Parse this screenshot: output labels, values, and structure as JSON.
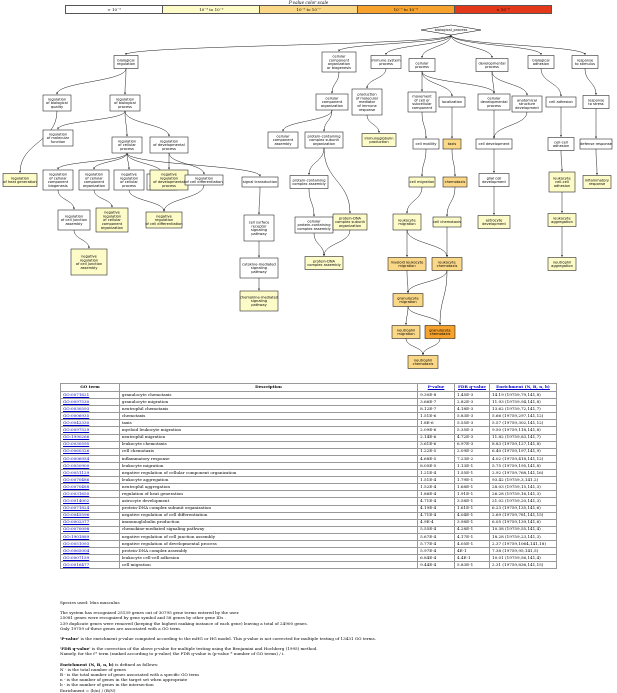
{
  "scale": {
    "title": "P-value color scale",
    "bins": [
      {
        "label": "> 10⁻³",
        "color": "#ffffff"
      },
      {
        "label": "10⁻³ to 10⁻⁵",
        "color": "#fdfbc8"
      },
      {
        "label": "10⁻⁵ to 10⁻⁷",
        "color": "#fbd887"
      },
      {
        "label": "10⁻⁷ to 10⁻⁹",
        "color": "#f6a22d"
      },
      {
        "label": "< 10⁻⁹",
        "color": "#e3391a"
      }
    ]
  },
  "graph": {
    "nodes": [
      {
        "id": "bp",
        "lines": [
          "biological_process"
        ],
        "fill": "#ffffff",
        "shape": "diamond"
      },
      {
        "id": "breg",
        "lines": [
          "biological",
          "regulation"
        ],
        "fill": "#ffffff"
      },
      {
        "id": "cco",
        "lines": [
          "cellular",
          "component",
          "organization",
          "or biogenesis"
        ],
        "fill": "#ffffff"
      },
      {
        "id": "isp",
        "lines": [
          "immune system",
          "process"
        ],
        "fill": "#ffffff"
      },
      {
        "id": "cp",
        "lines": [
          "cellular",
          "process"
        ],
        "fill": "#ffffff"
      },
      {
        "id": "dp",
        "lines": [
          "developmental",
          "process"
        ],
        "fill": "#ffffff"
      },
      {
        "id": "ba",
        "lines": [
          "biological",
          "adhesion"
        ],
        "fill": "#ffffff"
      },
      {
        "id": "rts",
        "lines": [
          "response",
          "to stimulus"
        ],
        "fill": "#ffffff"
      },
      {
        "id": "rbq",
        "lines": [
          "regulation",
          "of biological",
          "quality"
        ],
        "fill": "#ffffff"
      },
      {
        "id": "rbp",
        "lines": [
          "regulation",
          "of biological",
          "process"
        ],
        "fill": "#ffffff"
      },
      {
        "id": "ccorg",
        "lines": [
          "cellular",
          "component",
          "organization"
        ],
        "fill": "#ffffff"
      },
      {
        "id": "pmm",
        "lines": [
          "production",
          "of molecular",
          "mediator",
          "of immune",
          "response"
        ],
        "fill": "#ffffff"
      },
      {
        "id": "mov",
        "lines": [
          "movement",
          "of cell or",
          "subcellular",
          "component"
        ],
        "fill": "#ffffff"
      },
      {
        "id": "loc",
        "lines": [
          "localization"
        ],
        "fill": "#ffffff"
      },
      {
        "id": "cdp",
        "lines": [
          "cellular",
          "developmental",
          "process"
        ],
        "fill": "#ffffff"
      },
      {
        "id": "asd",
        "lines": [
          "anatomical",
          "structure",
          "development"
        ],
        "fill": "#ffffff"
      },
      {
        "id": "cadh",
        "lines": [
          "cell adhesion"
        ],
        "fill": "#ffffff"
      },
      {
        "id": "rstr",
        "lines": [
          "response",
          "to stress"
        ],
        "fill": "#ffffff"
      },
      {
        "id": "rmf",
        "lines": [
          "regulation",
          "of molecular",
          "function"
        ],
        "fill": "#ffffff"
      },
      {
        "id": "rcp",
        "lines": [
          "regulation",
          "of cellular",
          "process"
        ],
        "fill": "#ffffff"
      },
      {
        "id": "rdp",
        "lines": [
          "regulation",
          "of developmental",
          "process"
        ],
        "fill": "#ffffff"
      },
      {
        "id": "ccoa",
        "lines": [
          "cellular",
          "component",
          "assembly"
        ],
        "fill": "#ffffff"
      },
      {
        "id": "pccso",
        "lines": [
          "protein-containing",
          "complex subunit",
          "organization"
        ],
        "fill": "#ffffff"
      },
      {
        "id": "ipp",
        "lines": [
          "immunoglobulin",
          "production"
        ],
        "fill": "#fdfbc8"
      },
      {
        "id": "cmot",
        "lines": [
          "cell motility"
        ],
        "fill": "#ffffff"
      },
      {
        "id": "taxis",
        "lines": [
          "taxis"
        ],
        "fill": "#fbd887"
      },
      {
        "id": "cdev",
        "lines": [
          "cell development"
        ],
        "fill": "#ffffff"
      },
      {
        "id": "cca",
        "lines": [
          "cell-cell",
          "adhesion"
        ],
        "fill": "#ffffff"
      },
      {
        "id": "dres",
        "lines": [
          "defense response"
        ],
        "fill": "#ffffff"
      },
      {
        "id": "rhg",
        "lines": [
          "regulation",
          "of heat generation"
        ],
        "fill": "#fdfbc8"
      },
      {
        "id": "rccb",
        "lines": [
          "regulation",
          "of cellular",
          "component",
          "biogenesis"
        ],
        "fill": "#ffffff"
      },
      {
        "id": "rcco",
        "lines": [
          "regulation",
          "of cellular",
          "component",
          "organization"
        ],
        "fill": "#ffffff"
      },
      {
        "id": "nrcp",
        "lines": [
          "negative",
          "regulation",
          "of cellular",
          "process"
        ],
        "fill": "#ffffff"
      },
      {
        "id": "rcd",
        "lines": [
          "regulation",
          "of cell",
          "differentiation"
        ],
        "fill": "#ffffff"
      },
      {
        "id": "nrdp",
        "lines": [
          "negative",
          "regulation",
          "of developmental",
          "process"
        ],
        "fill": "#fdfbc8"
      },
      {
        "id": "rcdiff",
        "lines": [
          "regulation",
          "of cell differentiation"
        ],
        "fill": "#ffffff"
      },
      {
        "id": "st",
        "lines": [
          "signal transduction"
        ],
        "fill": "#ffffff"
      },
      {
        "id": "pcca",
        "lines": [
          "protein-containing",
          "complex assembly"
        ],
        "fill": "#ffffff"
      },
      {
        "id": "cmig",
        "lines": [
          "cell migration"
        ],
        "fill": "#fdfbc8"
      },
      {
        "id": "chemo",
        "lines": [
          "chemotaxis"
        ],
        "fill": "#fbd887"
      },
      {
        "id": "gcd",
        "lines": [
          "glial cell",
          "development"
        ],
        "fill": "#ffffff"
      },
      {
        "id": "lca",
        "lines": [
          "leukocyte",
          "cell-cell",
          "adhesion"
        ],
        "fill": "#fdfbc8"
      },
      {
        "id": "infl",
        "lines": [
          "inflammatory",
          "response"
        ],
        "fill": "#fdfbc8"
      },
      {
        "id": "rcja",
        "lines": [
          "regulation",
          "of cell junction",
          "assembly"
        ],
        "fill": "#ffffff"
      },
      {
        "id": "nrcco",
        "lines": [
          "negative",
          "regulation",
          "of cellular",
          "component",
          "organization"
        ],
        "fill": "#fdfbc8"
      },
      {
        "id": "nrcd",
        "lines": [
          "negative",
          "regulation",
          "of cell differentiation"
        ],
        "fill": "#fdfbc8"
      },
      {
        "id": "csrsp",
        "lines": [
          "cell surface",
          "receptor",
          "signaling",
          "pathway"
        ],
        "fill": "#ffffff"
      },
      {
        "id": "pccca",
        "lines": [
          "cellular",
          "protein-containing",
          "complex assembly"
        ],
        "fill": "#ffffff"
      },
      {
        "id": "pdnaco",
        "lines": [
          "protein-DNA",
          "complex subunit",
          "organization"
        ],
        "fill": "#fdfbc8"
      },
      {
        "id": "lmig",
        "lines": [
          "leukocyte",
          "migration"
        ],
        "fill": "#fdfbc8"
      },
      {
        "id": "cchemo",
        "lines": [
          "cell chemotaxis"
        ],
        "fill": "#fdfbc8"
      },
      {
        "id": "astro",
        "lines": [
          "astrocyte",
          "development"
        ],
        "fill": "#fdfbc8"
      },
      {
        "id": "lagg",
        "lines": [
          "leukocyte",
          "aggregation"
        ],
        "fill": "#fdfbc8"
      },
      {
        "id": "nrcja",
        "lines": [
          "negative",
          "regulation",
          "of cell junction",
          "assembly"
        ],
        "fill": "#fdfbc8"
      },
      {
        "id": "pdnaca",
        "lines": [
          "protein-DNA",
          "complex assembly"
        ],
        "fill": "#fdfbc8"
      },
      {
        "id": "cmsp",
        "lines": [
          "cytokine-mediated",
          "signaling",
          "pathway"
        ],
        "fill": "#ffffff"
      },
      {
        "id": "mlmig",
        "lines": [
          "myeloid leukocyte",
          "migration"
        ],
        "fill": "#fbd887"
      },
      {
        "id": "lchemo",
        "lines": [
          "leukocyte",
          "chemotaxis"
        ],
        "fill": "#fbd887"
      },
      {
        "id": "nagg",
        "lines": [
          "neutrophil",
          "aggregation"
        ],
        "fill": "#fdfbc8"
      },
      {
        "id": "cmsp2",
        "lines": [
          "chemokine-mediated",
          "signaling",
          "pathway"
        ],
        "fill": "#fdfbc8"
      },
      {
        "id": "gmig",
        "lines": [
          "granulocyte",
          "migration"
        ],
        "fill": "#fbd887"
      },
      {
        "id": "nmig",
        "lines": [
          "neutrophil",
          "migration"
        ],
        "fill": "#fbd887"
      },
      {
        "id": "gchemo",
        "lines": [
          "granulocyte",
          "chemotaxis"
        ],
        "fill": "#f6a22d"
      },
      {
        "id": "nchemo",
        "lines": [
          "neutrophil",
          "chemotaxis"
        ],
        "fill": "#fbd887"
      }
    ],
    "edges": [
      [
        "bp",
        "breg"
      ],
      [
        "bp",
        "cco"
      ],
      [
        "bp",
        "isp"
      ],
      [
        "bp",
        "cp"
      ],
      [
        "bp",
        "dp"
      ],
      [
        "bp",
        "ba"
      ],
      [
        "bp",
        "rts"
      ],
      [
        "breg",
        "rbq"
      ],
      [
        "breg",
        "rbp"
      ],
      [
        "cco",
        "ccorg"
      ],
      [
        "isp",
        "pmm"
      ],
      [
        "cp",
        "mov"
      ],
      [
        "cp",
        "loc"
      ],
      [
        "cp",
        "cdp"
      ],
      [
        "dp",
        "cdp"
      ],
      [
        "dp",
        "asd"
      ],
      [
        "ba",
        "cadh"
      ],
      [
        "rts",
        "rstr"
      ],
      [
        "rbp",
        "rmf"
      ],
      [
        "rbp",
        "rcp"
      ],
      [
        "rbp",
        "rdp"
      ],
      [
        "ccorg",
        "ccoa"
      ],
      [
        "ccorg",
        "pccso"
      ],
      [
        "pmm",
        "ipp"
      ],
      [
        "mov",
        "cmot"
      ],
      [
        "loc",
        "taxis"
      ],
      [
        "cdp",
        "cdev"
      ],
      [
        "asd",
        "cdev"
      ],
      [
        "cadh",
        "cca"
      ],
      [
        "rstr",
        "dres"
      ],
      [
        "rbq",
        "rhg"
      ],
      [
        "rcp",
        "rccb"
      ],
      [
        "rcp",
        "rcco"
      ],
      [
        "rcp",
        "nrcp"
      ],
      [
        "rcp",
        "rcd"
      ],
      [
        "rdp",
        "nrdp"
      ],
      [
        "rdp",
        "rcdiff"
      ],
      [
        "rcp",
        "st"
      ],
      [
        "pccso",
        "pcca"
      ],
      [
        "cmot",
        "cmig"
      ],
      [
        "taxis",
        "chemo"
      ],
      [
        "cdev",
        "gcd"
      ],
      [
        "cca",
        "lca"
      ],
      [
        "dres",
        "infl"
      ],
      [
        "rccb",
        "rcja"
      ],
      [
        "rcco",
        "nrcco"
      ],
      [
        "nrcp",
        "nrcd"
      ],
      [
        "rcdiff",
        "nrcd"
      ],
      [
        "st",
        "csrsp"
      ],
      [
        "pcca",
        "pccca"
      ],
      [
        "pccso",
        "pdnaco"
      ],
      [
        "cmig",
        "lmig"
      ],
      [
        "chemo",
        "cchemo"
      ],
      [
        "gcd",
        "astro"
      ],
      [
        "lca",
        "lagg"
      ],
      [
        "rcja",
        "nrcja"
      ],
      [
        "pdnaco",
        "pdnaca"
      ],
      [
        "pccca",
        "pdnaca"
      ],
      [
        "csrsp",
        "cmsp"
      ],
      [
        "lmig",
        "mlmig"
      ],
      [
        "lmig",
        "lchemo"
      ],
      [
        "cchemo",
        "lchemo"
      ],
      [
        "lagg",
        "nagg"
      ],
      [
        "cmsp",
        "cmsp2"
      ],
      [
        "mlmig",
        "gmig"
      ],
      [
        "lchemo",
        "gmig"
      ],
      [
        "gmig",
        "nmig"
      ],
      [
        "gmig",
        "gchemo"
      ],
      [
        "lchemo",
        "gchemo"
      ],
      [
        "gchemo",
        "nchemo"
      ],
      [
        "nmig",
        "nchemo"
      ]
    ]
  },
  "table": {
    "headers": [
      "GO term",
      "Description",
      "P-value",
      "FDR q-value",
      "Enrichment (N, B, n, b)"
    ],
    "rows": [
      [
        "GO:0071621",
        "granulocyte chemotaxis",
        "9.30E-8",
        "1.45E-3",
        "14.19 (19759,79,141,8)"
      ],
      [
        "GO:0097530",
        "granulocyte migration",
        "3.66E-7",
        "2.82E-3",
        "11.93 (19759,94,141,8)"
      ],
      [
        "GO:0030593",
        "neutrophil chemotaxis",
        "8.12E-7",
        "4.18E-3",
        "13.62 (19759,72,141,7)"
      ],
      [
        "GO:0006935",
        "chemotaxis",
        "1.51E-6",
        "5.83E-3",
        "5.66 (19759,297,141,12)"
      ],
      [
        "GO:0042330",
        "taxis",
        "1.8E-6",
        "5.55E-3",
        "5.57 (19759,302,141,12)"
      ],
      [
        "GO:0097529",
        "myeloid leukocyte migration",
        "2.09E-6",
        "5.35E-3",
        "9.50 (19759,118,141,8)"
      ],
      [
        "GO:1990266",
        "neutrophil migration",
        "2.14E-6",
        "4.72E-3",
        "11.82 (19759,83,141,7)"
      ],
      [
        "GO:0030595",
        "leukocyte chemotaxis",
        "3.61E-6",
        "6.97E-3",
        "8.83 (19759,127,141,8)"
      ],
      [
        "GO:0060326",
        "cell chemotaxis",
        "1.22E-5",
        "2.09E-2",
        "6.40 (19759,197,141,9)"
      ],
      [
        "GO:0006954",
        "inflammatory response",
        "4.68E-5",
        "7.23E-2",
        "4.02 (19759,418,141,12)"
      ],
      [
        "GO:0050900",
        "leukocyte migration",
        "8.05E-5",
        "1.13E-1",
        "5.75 (19759,195,141,8)"
      ],
      [
        "GO:0051129",
        "negative regulation of cellular component organization",
        "1.21E-4",
        "1.55E-1",
        "2.92 (19759,768,141,16)"
      ],
      [
        "GO:0070486",
        "leukocyte aggregation",
        "1.51E-4",
        "1.79E-1",
        "93.42 (19759,3,141,2)"
      ],
      [
        "GO:0070488",
        "neutrophil aggregation",
        "1.52E-4",
        "1.68E-1",
        "28.03 (19759,15,141,3)"
      ],
      [
        "GO:0031650",
        "regulation of heat generation",
        "1.86E-4",
        "1.91E-1",
        "26.28 (19759,16,141,3)"
      ],
      [
        "GO:0014002",
        "astrocyte development",
        "4.71E-4",
        "3.58E-1",
        "21.02 (19759,20,141,3)"
      ],
      [
        "GO:0071824",
        "protein-DNA complex subunit organization",
        "4.19E-4",
        "1.61E-1",
        "6.23 (19759,135,141,6)"
      ],
      [
        "GO:0045596",
        "negative regulation of cell differentiation",
        "4.71E-4",
        "4.04E-1",
        "2.69 (19759,781,141,15)"
      ],
      [
        "GO:0002377",
        "immunoglobulin production",
        "4.9E-4",
        "3.98E-1",
        "6.05 (19759,139,141,6)"
      ],
      [
        "GO:0070098",
        "chemokine-mediated signaling pathway",
        "5.55E-4",
        "4.28E-1",
        "10.38 (19759,55,141,4)"
      ],
      [
        "GO:1901889",
        "negative regulation of cell junction assembly",
        "5.67E-4",
        "4.17E-1",
        "18.28 (19759,23,141,3)"
      ],
      [
        "GO:0051093",
        "negative regulation of developmental process",
        "5.77E-4",
        "4.05E-1",
        "2.37 (19759,1064,141,18)"
      ],
      [
        "GO:0065004",
        "protein-DNA complex assembly",
        "5.97E-4",
        "4E-1",
        "7.38 (19759,95,141,5)"
      ],
      [
        "GO:0007159",
        "leukocyte cell-cell adhesion",
        "6.84E-4",
        "4.4E-1",
        "10.01 (19759,56,141,4)"
      ],
      [
        "GO:0016477",
        "cell migration",
        "9.44E-4",
        "5.83E-1",
        "2.31 (19759,836,141,15)"
      ]
    ]
  },
  "notes": {
    "species": "Species used: Mus musculus",
    "p1": "The system has recognized 25139 genes out of 30795 gene terms entered by the user.",
    "p2": "25081 genes were recognized by gene symbol and 58 genes by other gene IDs .",
    "p3": "239 duplicate genes were removed (keeping the highest ranking instance of each gene) leaving a total of 24900 genes.",
    "p4": "Only 19759 of these genes are associated with a GO term.",
    "pval_label": "'P-value'",
    "pval_text": " is the enrichment p-value computed according to the mHG or HG model. This p-value is not corrected for multiple testing of 13431 GO terms.",
    "fdr_label": "'FDR q-value'",
    "fdr_text": " is the correction of the above p-value for multiple testing using the Benjamini and Hochberg (1995) method.",
    "fdr2": "Namely, for the iᵗʰ term (ranked according to p-value) the FDR q-value is (p-value * number of GO terms) / i.",
    "enr_title": "Enrichment (N, B, n, b)",
    "enr_def": " is defined as follows:",
    "n1": "N - is the total number of genes",
    "n2": "B - is the total number of genes associated with a specific GO term",
    "n3": "n - is the number of genes in the target set when appropriate",
    "n4": "b - is the number of genes in the intersection",
    "n5": "Enrichment = (b/n) / (B/N)"
  }
}
